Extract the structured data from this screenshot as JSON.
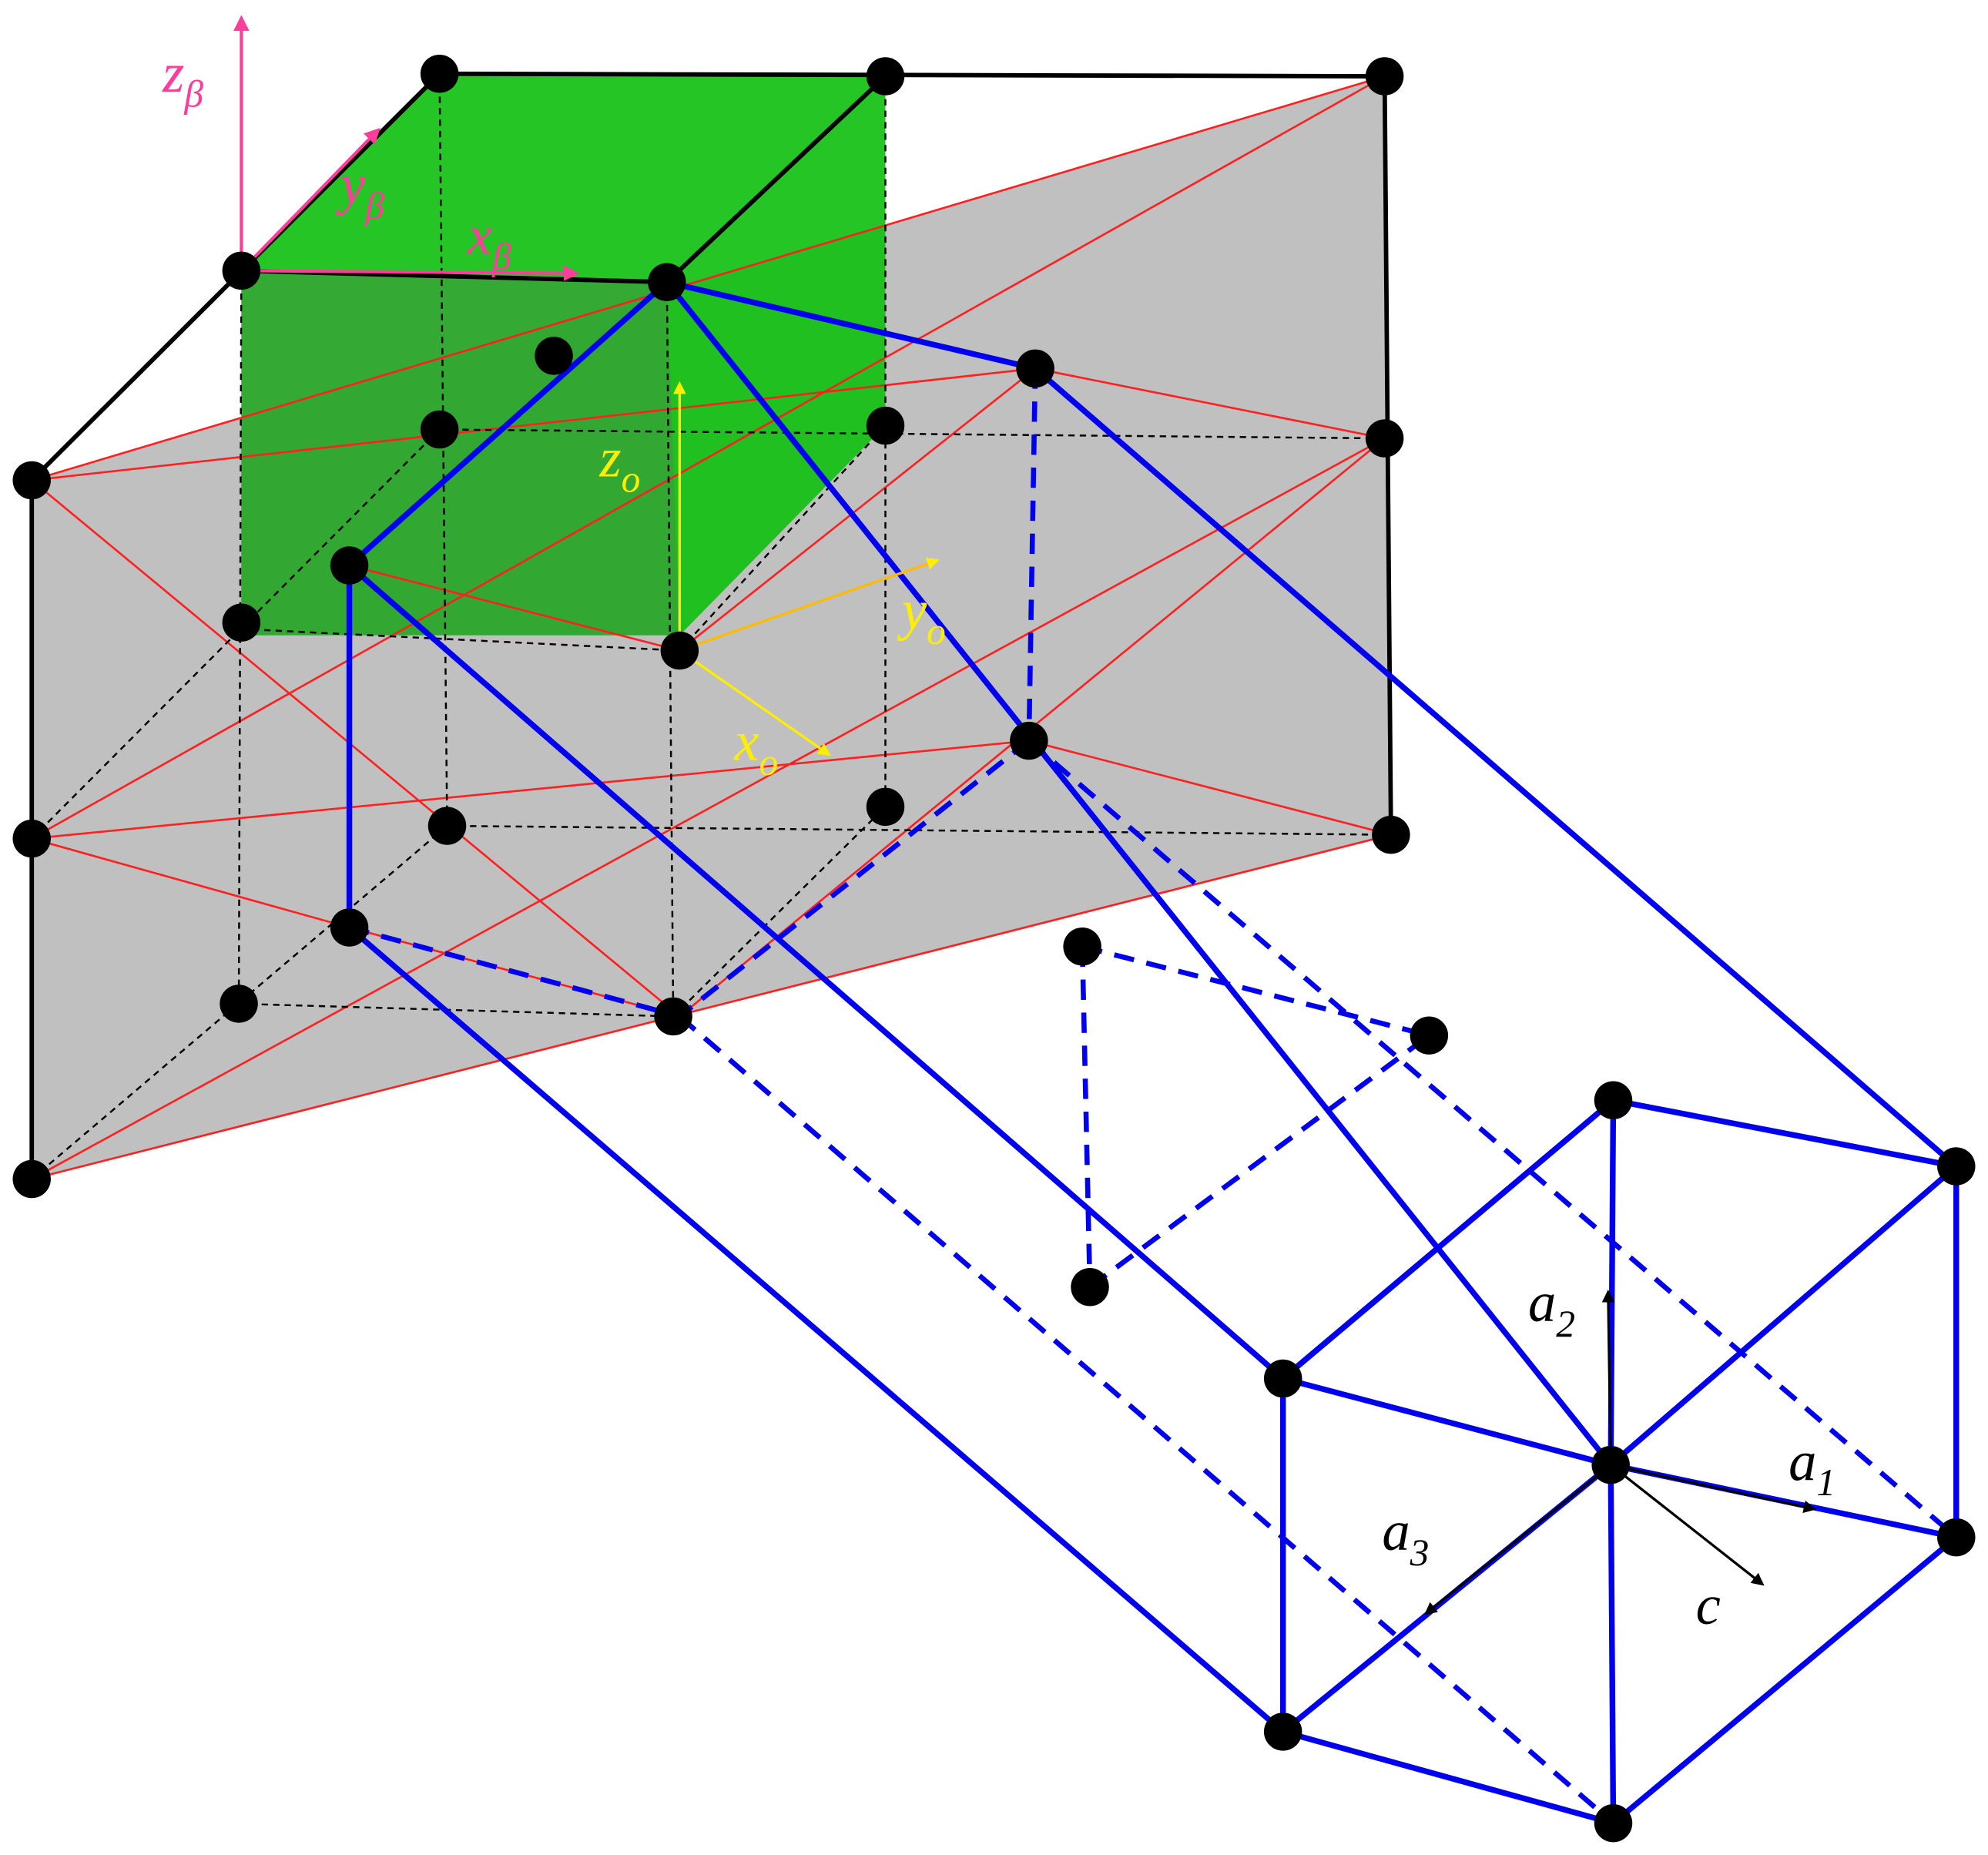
{
  "diagram": {
    "colors": {
      "green_face": "#00bb00",
      "gray_plane": "#c0c0c0",
      "red_lines": "#ff2020",
      "blue_lattice": "#0000ee",
      "black": "#000000",
      "pink_axes": "#ff3d9a",
      "yellow_axes": "#ffee00"
    },
    "labels": {
      "z_beta": {
        "base": "z",
        "sub": "β"
      },
      "y_beta": {
        "base": "y",
        "sub": "β"
      },
      "x_beta": {
        "base": "x",
        "sub": "β"
      },
      "z_o": {
        "base": "z",
        "sub": "o"
      },
      "y_o": {
        "base": "y",
        "sub": "o"
      },
      "x_o": {
        "base": "x",
        "sub": "o"
      },
      "a1": {
        "base": "a",
        "sub": "1"
      },
      "a2": {
        "base": "a",
        "sub": "2"
      },
      "a3": {
        "base": "a",
        "sub": "3"
      },
      "c": {
        "base": "c",
        "sub": ""
      }
    }
  }
}
